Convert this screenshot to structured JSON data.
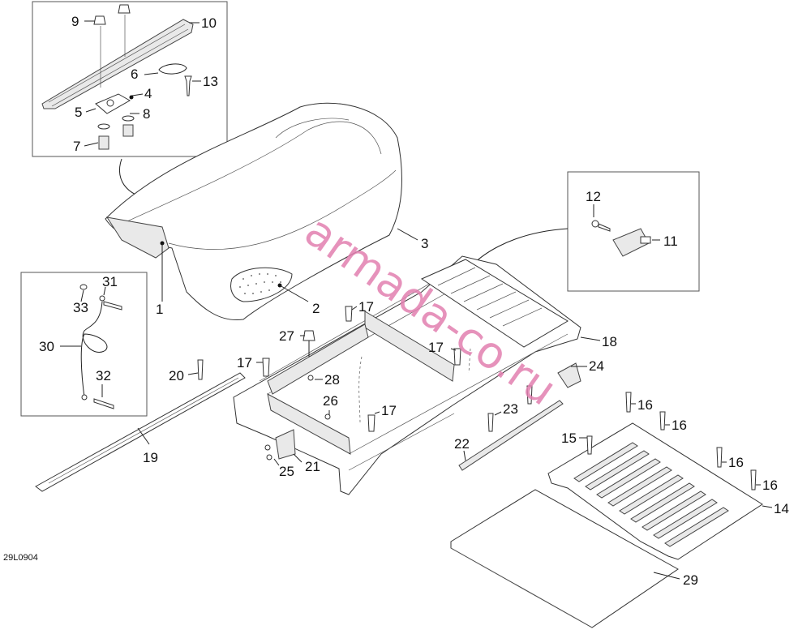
{
  "diagram": {
    "code": "29L0904",
    "watermark": "armada-co.ru",
    "callouts": {
      "c1": "1",
      "c2": "2",
      "c3": "3",
      "c4": "4",
      "c5": "5",
      "c6": "6",
      "c7": "7",
      "c8": "8",
      "c9": "9",
      "c10": "10",
      "c11": "11",
      "c12": "12",
      "c13": "13",
      "c14": "14",
      "c15": "15",
      "c16a": "16",
      "c16b": "16",
      "c16c": "16",
      "c16d": "16",
      "c17a": "17",
      "c17b": "17",
      "c17c": "17",
      "c17d": "17",
      "c18": "18",
      "c19": "19",
      "c20": "20",
      "c21": "21",
      "c22": "22",
      "c23": "23",
      "c24": "24",
      "c25": "25",
      "c26": "26",
      "c27": "27",
      "c28": "28",
      "c29": "29",
      "c30": "30",
      "c31": "31",
      "c32": "32",
      "c33": "33"
    }
  }
}
